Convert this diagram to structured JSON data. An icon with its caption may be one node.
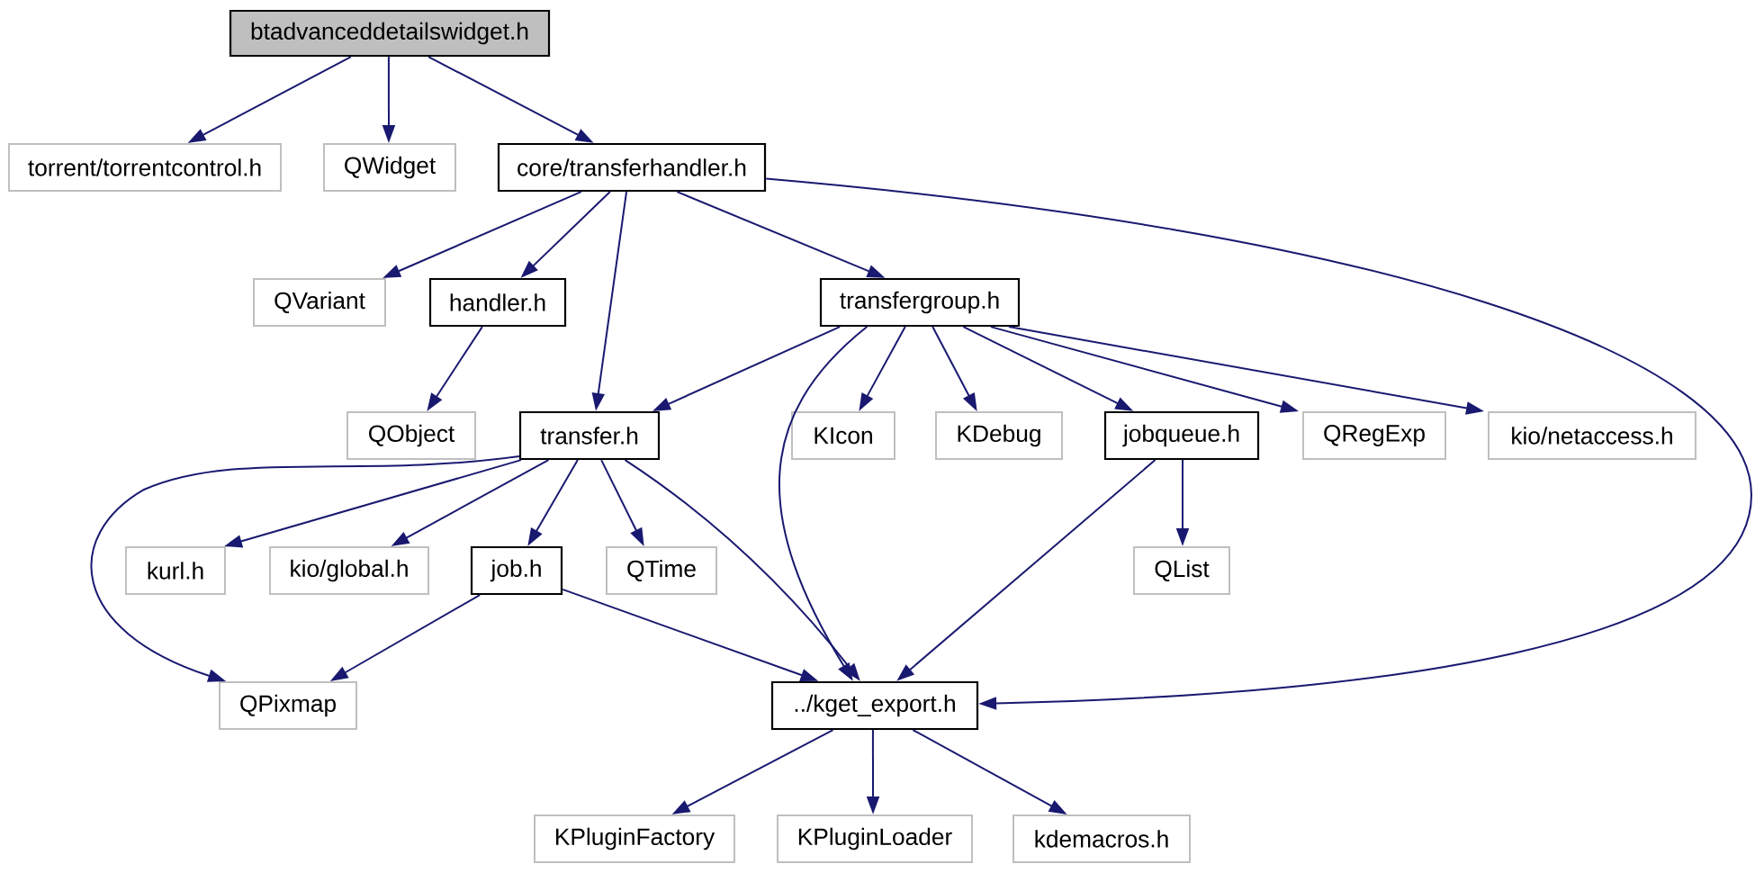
{
  "diagram": {
    "nodes": [
      {
        "text": [
          "btadvanceddetailswidget.h"
        ]
      },
      {
        "text": [
          "torrent/torrentcontrol.h"
        ]
      },
      {
        "text": [
          "QWidget"
        ]
      },
      {
        "text": [
          "core/transferhandler.h"
        ]
      },
      {
        "text": [
          "QVariant"
        ]
      },
      {
        "text": [
          "handler.h"
        ]
      },
      {
        "text": [
          "transfergroup.h"
        ]
      },
      {
        "text": [
          "QObject"
        ]
      },
      {
        "text": [
          "transfer.h"
        ]
      },
      {
        "text": [
          "KIcon"
        ]
      },
      {
        "text": [
          "KDebug"
        ]
      },
      {
        "text": [
          "jobqueue.h"
        ]
      },
      {
        "text": [
          "QRegExp"
        ]
      },
      {
        "text": [
          "kio/netaccess.h"
        ]
      },
      {
        "text": [
          "kurl.h"
        ]
      },
      {
        "text": [
          "kio/global.h"
        ]
      },
      {
        "text": [
          "job.h"
        ]
      },
      {
        "text": [
          "QTime"
        ]
      },
      {
        "text": [
          "QList"
        ]
      },
      {
        "text": [
          "QPixmap"
        ]
      },
      {
        "text": [
          "../kget_export.h"
        ]
      },
      {
        "text": [
          "KPluginFactory"
        ]
      },
      {
        "text": [
          "KPluginLoader"
        ]
      },
      {
        "text": [
          "kdemacros.h"
        ]
      }
    ],
    "edges": [
      {
        "from": 0,
        "to": 1,
        "arrow": "to"
      },
      {
        "from": 0,
        "to": 2,
        "arrow": "to"
      },
      {
        "from": 0,
        "to": 3,
        "arrow": "to"
      },
      {
        "from": 3,
        "to": 4,
        "arrow": "to"
      },
      {
        "from": 3,
        "to": 5,
        "arrow": "to"
      },
      {
        "from": 3,
        "to": 8,
        "arrow": "to"
      },
      {
        "from": 3,
        "to": 6,
        "arrow": "to"
      },
      {
        "from": 3,
        "to": 20,
        "arrow": "to"
      },
      {
        "from": 5,
        "to": 7,
        "arrow": "to"
      },
      {
        "from": 6,
        "to": 8,
        "arrow": "to"
      },
      {
        "from": 6,
        "to": 20,
        "arrow": "to"
      },
      {
        "from": 6,
        "to": 9,
        "arrow": "to"
      },
      {
        "from": 6,
        "to": 10,
        "arrow": "to"
      },
      {
        "from": 6,
        "to": 11,
        "arrow": "to"
      },
      {
        "from": 6,
        "to": 12,
        "arrow": "to"
      },
      {
        "from": 6,
        "to": 13,
        "arrow": "to"
      },
      {
        "from": 8,
        "to": 14,
        "arrow": "to"
      },
      {
        "from": 8,
        "to": 15,
        "arrow": "to"
      },
      {
        "from": 8,
        "to": 16,
        "arrow": "to"
      },
      {
        "from": 8,
        "to": 17,
        "arrow": "to"
      },
      {
        "from": 8,
        "to": 19,
        "arrow": "to"
      },
      {
        "from": 8,
        "to": 20,
        "arrow": "to"
      },
      {
        "from": 16,
        "to": 19,
        "arrow": "to"
      },
      {
        "from": 16,
        "to": 20,
        "arrow": "to"
      },
      {
        "from": 11,
        "to": 18,
        "arrow": "to"
      },
      {
        "from": 11,
        "to": 20,
        "arrow": "to"
      },
      {
        "from": 20,
        "to": 21,
        "arrow": "to"
      },
      {
        "from": 20,
        "to": 22,
        "arrow": "to"
      },
      {
        "from": 20,
        "to": 23,
        "arrow": "to"
      }
    ]
  }
}
